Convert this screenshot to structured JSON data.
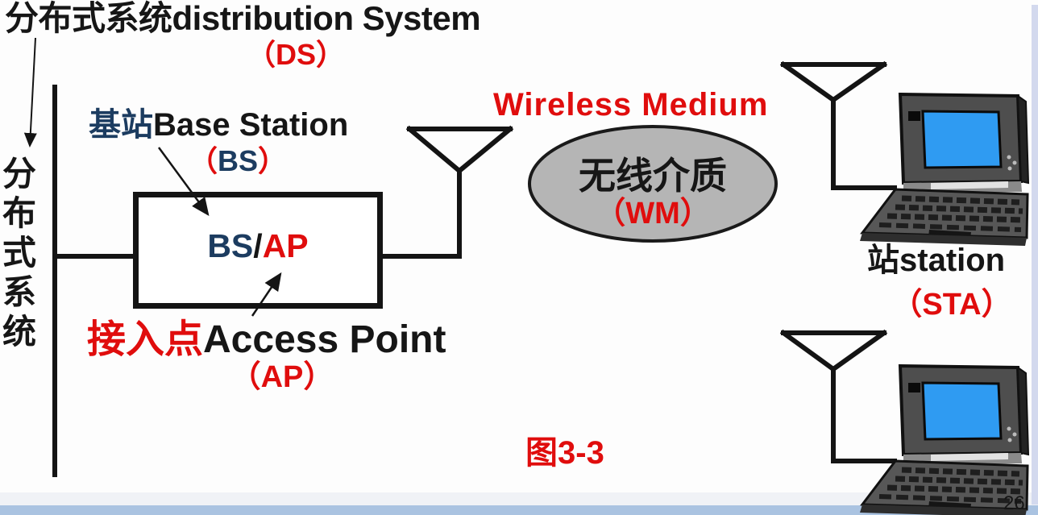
{
  "page": {
    "number": "26"
  },
  "figure": {
    "caption": "图3-3"
  },
  "colors": {
    "red": "#e00d0d",
    "navy": "#1c3c60",
    "black": "#161616",
    "ellipse_gray": "#b5b5b5",
    "laptop_screen_blue": "#2f9bf2",
    "bottom_bar_blue": "#aac3e1"
  },
  "distribution_system": {
    "cn": "分布式系统",
    "en": "distribution System",
    "abbr": "（DS）",
    "side_label": "分布式系统"
  },
  "base_station": {
    "cn": "基站",
    "en": "Base Station",
    "paren_open": "（",
    "abbr": "BS",
    "paren_close": "）"
  },
  "bs_ap": {
    "bs": "BS",
    "slash": "/",
    "ap": "AP"
  },
  "access_point": {
    "cn": "接入点",
    "en": "Access Point",
    "abbr": "（AP）"
  },
  "wireless_medium": {
    "en": "Wireless Medium",
    "cn": "无线介质",
    "abbr": "（WM）"
  },
  "station": {
    "cn": "站",
    "en": "station",
    "abbr": "（STA）"
  }
}
